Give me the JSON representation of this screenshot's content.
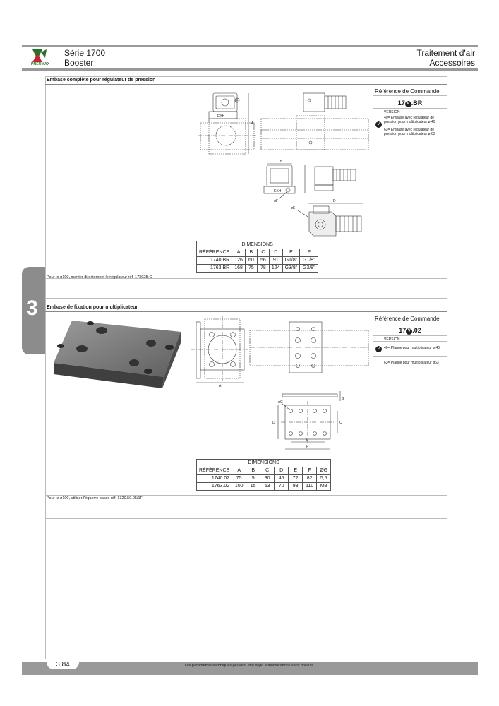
{
  "header": {
    "logo_text": "PNEUMAX",
    "series": "Série 1700",
    "product": "Booster",
    "category": "Traitement d'air",
    "subcategory": "Accessoires"
  },
  "side_tab": {
    "chapter": "3"
  },
  "section1": {
    "title": "Embase complète pour régulateur de pression",
    "ref_title": "Référence de Commande",
    "code_prefix": "17",
    "code_badge": "V",
    "code_suffix": ".BR",
    "version_label": "VERSION",
    "versions": [
      "40= Embase avec régulateur de pression pour multiplicateur ø 40",
      "63= Embase avec régulateur de pression pour multiplicateur ø 63"
    ],
    "drawing_labels": {
      "exh": "EXH",
      "a": "A",
      "b": "B",
      "c": "C",
      "d": "D",
      "oe": "øE",
      "of": "øF"
    },
    "table": {
      "caption": "DIMENSIONS",
      "headers": [
        "RÉFÉRENCE",
        "A",
        "B",
        "C",
        "D",
        "E",
        "F"
      ],
      "rows": [
        [
          "1740.BR",
          "126",
          "60",
          "56",
          "91",
          "G1/8\"",
          "G1/8\""
        ],
        [
          "1763.BR",
          "168",
          "75",
          "78",
          "124",
          "G3/8\"",
          "G3/8\""
        ]
      ]
    },
    "note": "Pour le ø100, monter directement le régulateur réf. 17302B.C"
  },
  "section2": {
    "title": "Embase de fixation pour multiplicateur",
    "ref_title": "Référence de Commande",
    "code_prefix": "17",
    "code_badge": "V",
    "code_suffix": ".02",
    "version_label": "VERSION",
    "versions": [
      "40= Plaque pour multiplicateur ø 40",
      "63= Plaque pour multiplicateur ø63"
    ],
    "drawing_labels": {
      "a": "A",
      "b": "B",
      "c": "C",
      "d": "D",
      "e": "E",
      "f": "F",
      "og": "øG"
    },
    "table": {
      "caption": "DIMENSIONS",
      "headers": [
        "RÉFÉRENCE",
        "A",
        "B",
        "C",
        "D",
        "E",
        "F",
        "ØG"
      ],
      "rows": [
        [
          "1740.02",
          "75",
          "5",
          "30",
          "45",
          "72",
          "82",
          "5,5"
        ],
        [
          "1763.02",
          "100",
          "15",
          "53",
          "70",
          "98",
          "110",
          "M8"
        ]
      ]
    },
    "note": "Pour le ø100, utiliser l'équerre basse réf. 1320.50.05/1F"
  },
  "footer": {
    "page": "3.84",
    "disclaimer": "Les paramètres techniques peuvent être sujet à modifications sans préavis."
  },
  "colors": {
    "bar_gray": "#999999",
    "tab_gray": "#8c8c8c",
    "logo_green": "#2b6f2b",
    "logo_red": "#c0282d"
  }
}
